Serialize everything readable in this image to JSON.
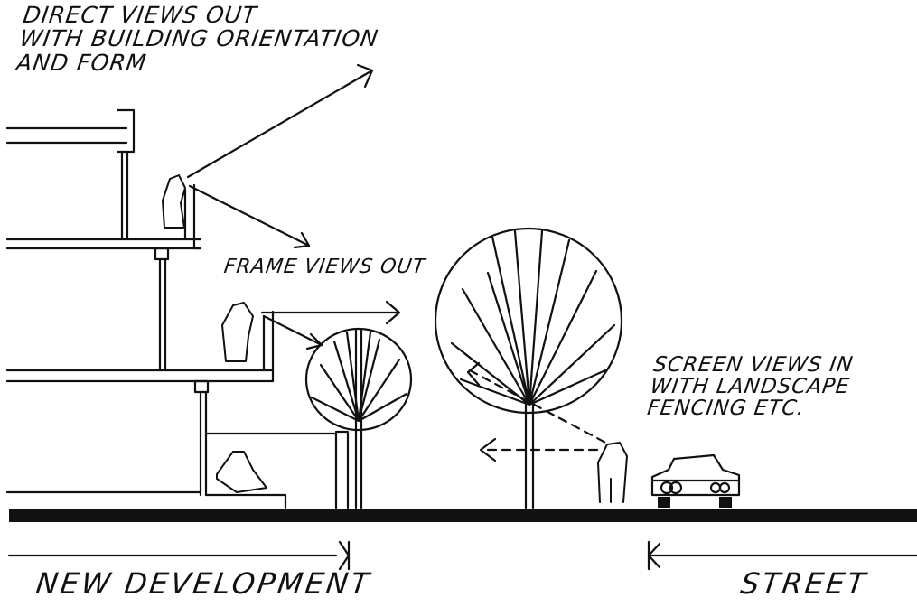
{
  "labels": {
    "direct_views": [
      "DIRECT VIEWS OUT",
      "WITH BUILDING ORIENTATION",
      "AND FORM"
    ],
    "frame_views": "FRAME VIEWS OUT",
    "screen_views": [
      "SCREEN VIEWS IN",
      "WITH LANDSCAPE",
      "FENCING ETC."
    ],
    "new_development": "NEW DEVELOPMENT",
    "street": "STREET"
  },
  "colors": {
    "ink": "#111111",
    "paper": "#ffffff"
  },
  "icons": [
    "arrow-icon",
    "tree-icon",
    "person-icon",
    "car-icon"
  ]
}
